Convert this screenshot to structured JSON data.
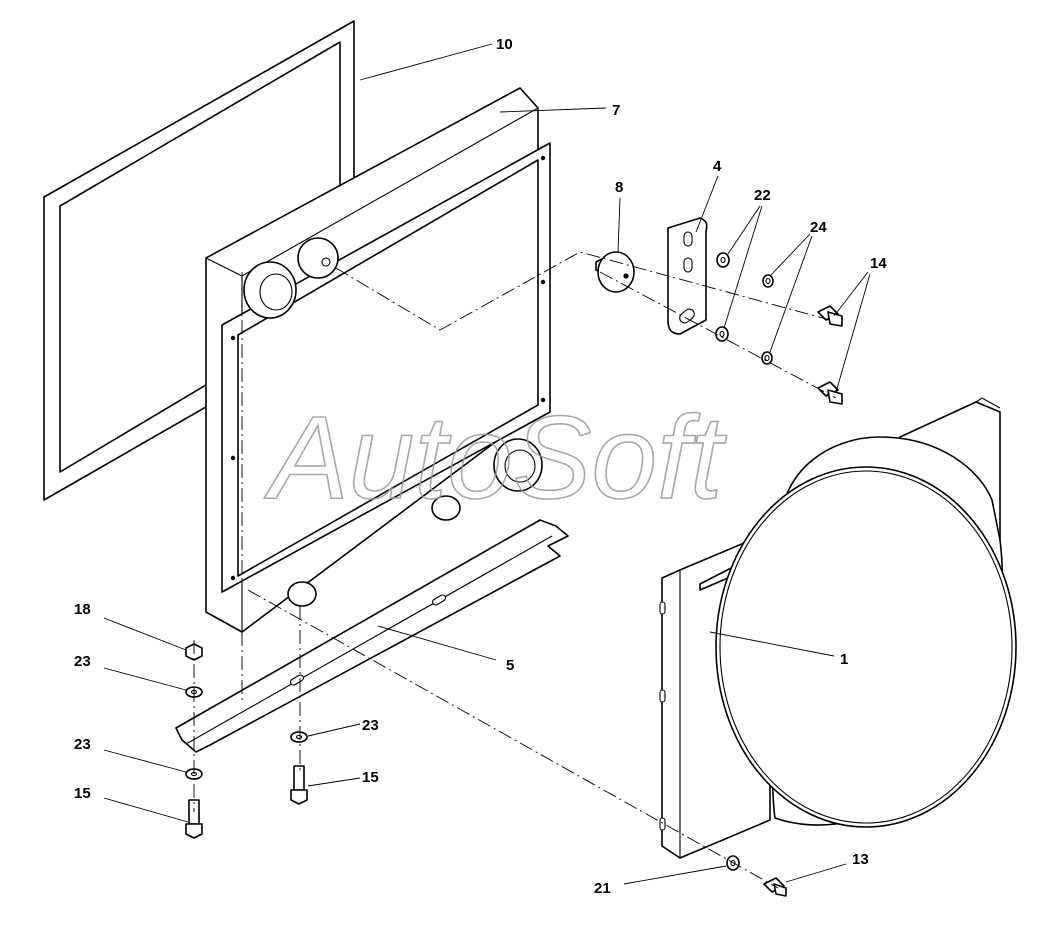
{
  "watermark": "AutoSoft",
  "callouts": {
    "c1": "1",
    "c4": "4",
    "c5": "5",
    "c7": "7",
    "c8": "8",
    "c10": "10",
    "c13": "13",
    "c14": "14",
    "c15a": "15",
    "c15b": "15",
    "c18": "18",
    "c21": "21",
    "c22": "22",
    "c23a": "23",
    "c23b": "23",
    "c23c": "23",
    "c24": "24"
  }
}
